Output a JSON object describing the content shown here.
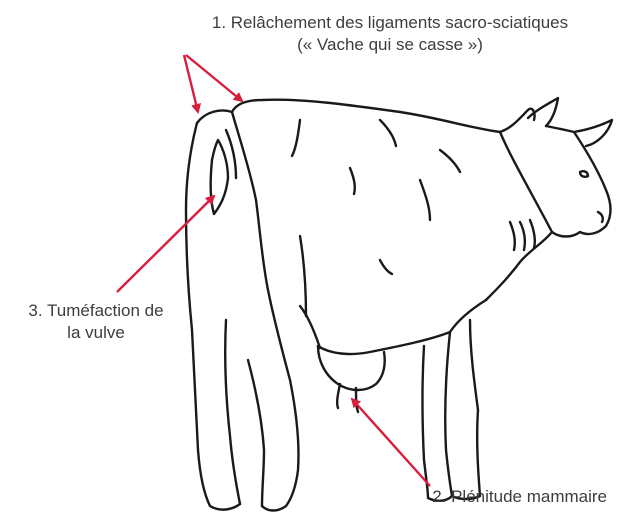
{
  "annotations": {
    "ligaments": {
      "line1": "1. Relâchement des ligaments sacro-sciatiques",
      "line2": "(« Vache qui se casse »)"
    },
    "udder": {
      "text": "2. Plénitude mammaire"
    },
    "vulva": {
      "line1": "3. Tuméfaction de",
      "line2": "la vulve"
    }
  },
  "colors": {
    "arrow": "#d81e3d",
    "outline": "#1a1a1a",
    "text": "#3d3d3d"
  }
}
